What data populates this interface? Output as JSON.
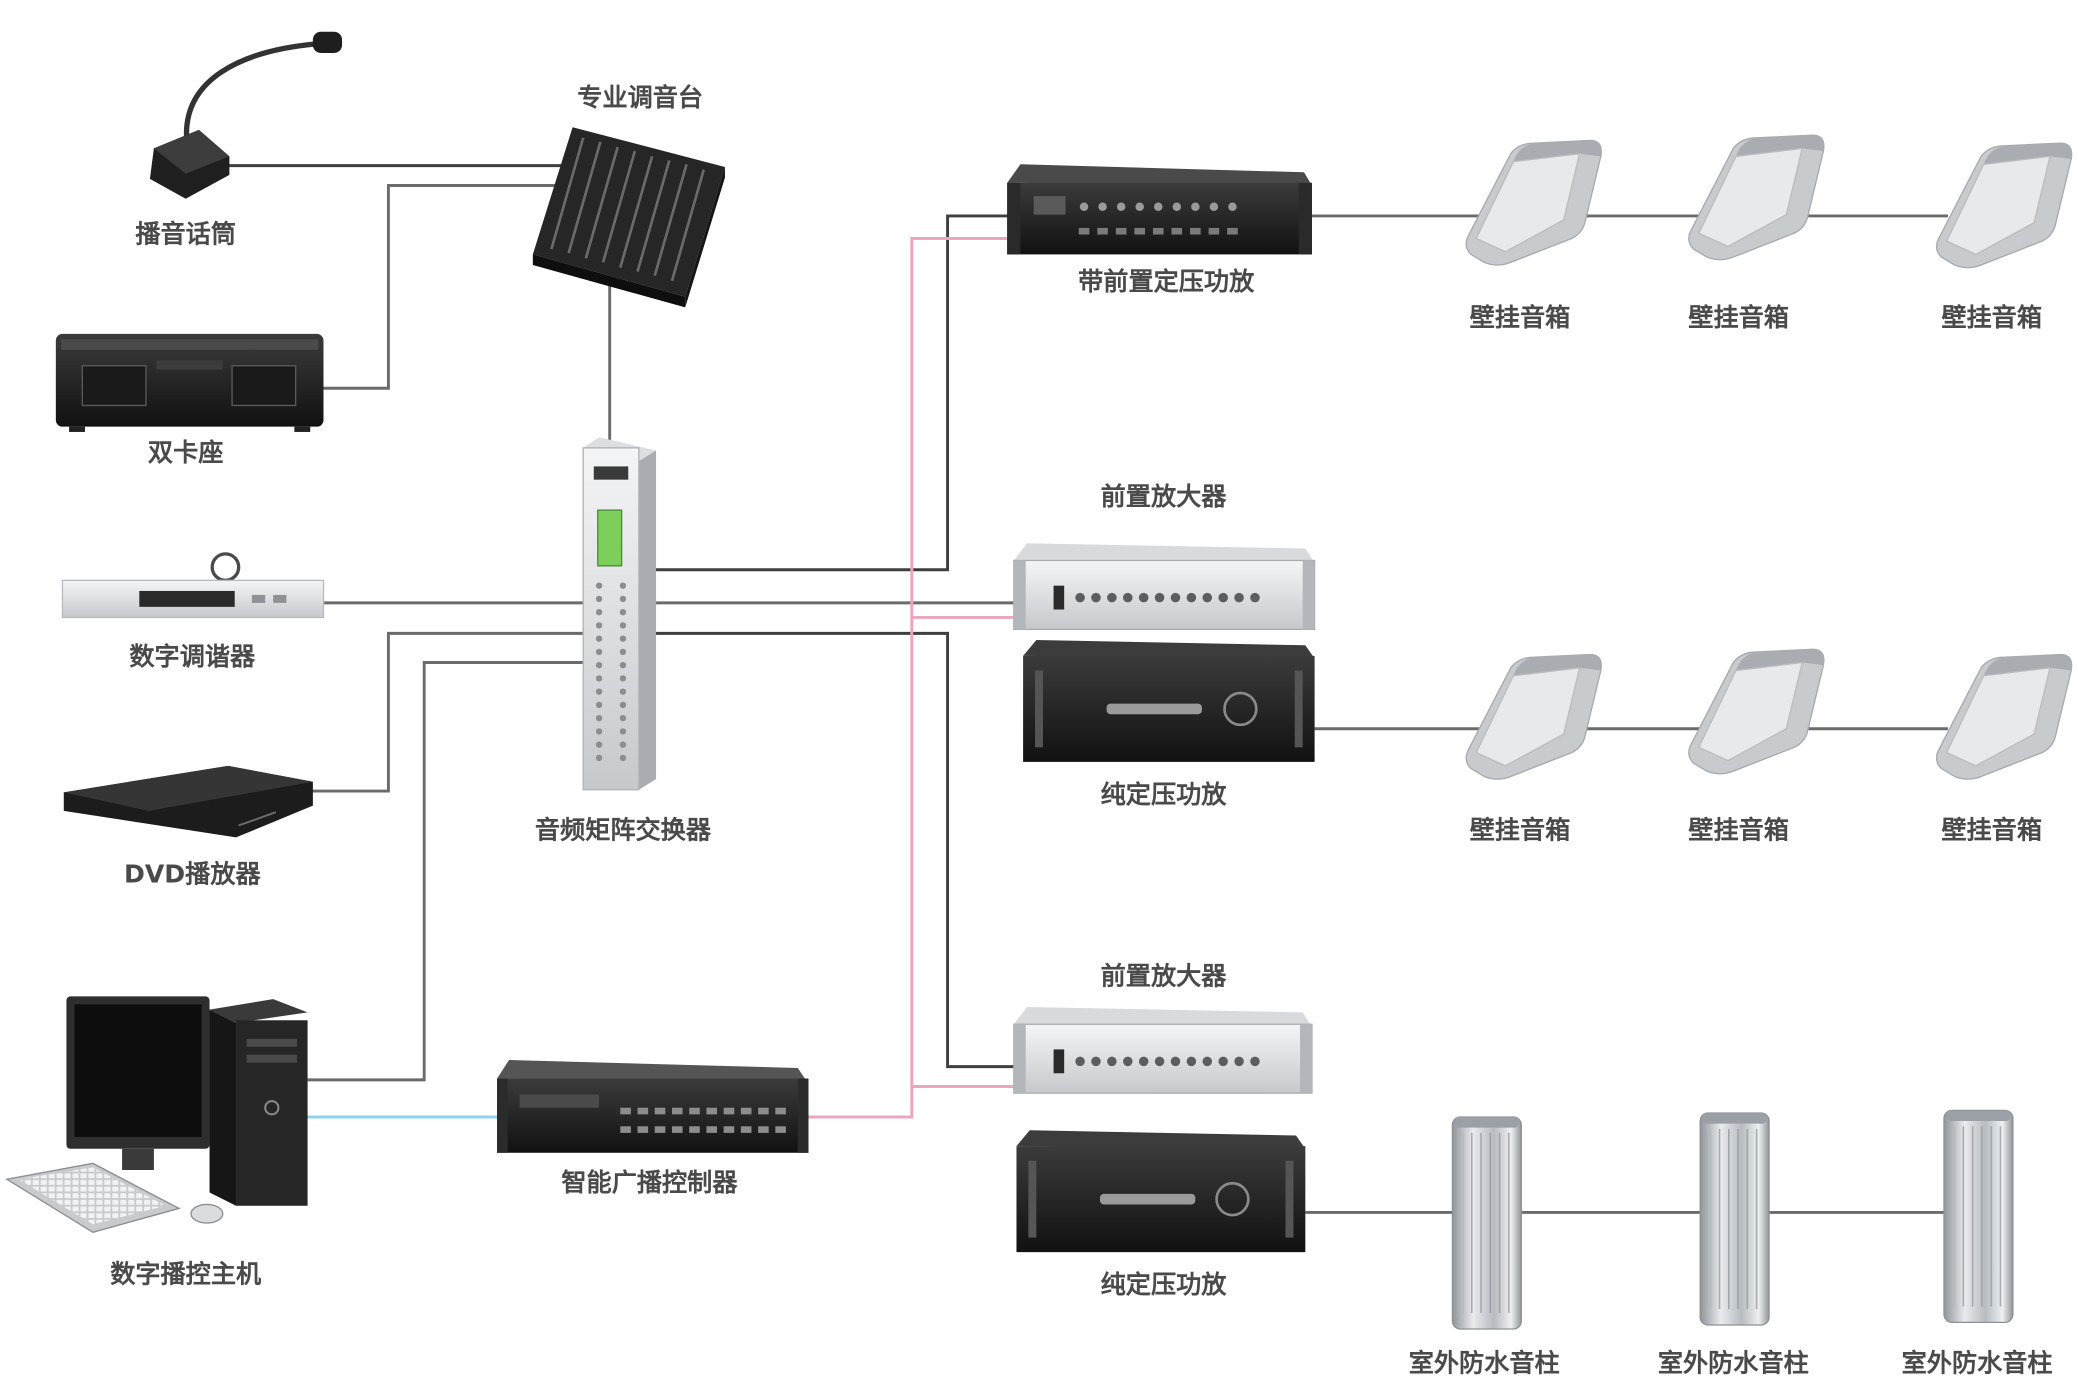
{
  "colors": {
    "background": "#ffffff",
    "audio_line": "#6b6b6b",
    "trunk_line": "#3f3f3f",
    "control_line": "#eba5bf",
    "network_line": "#8fd3ea"
  },
  "sources": {
    "microphone": "播音话筒",
    "mixer": "专业调音台",
    "cassette": "双卡座",
    "tuner": "数字调谐器",
    "dvd": "DVD播放器",
    "pc": "数字播控主机"
  },
  "core": {
    "matrix": "音频矩阵交换器",
    "controller": "智能广播控制器"
  },
  "amplifiers": {
    "amp_top": "带前置定压功放",
    "preamp_1": "前置放大器",
    "pure_amp_1": "纯定压功放",
    "preamp_2": "前置放大器",
    "pure_amp_2": "纯定压功放"
  },
  "speakers": {
    "row1": [
      "壁挂音箱",
      "壁挂音箱",
      "壁挂音箱"
    ],
    "row2": [
      "壁挂音箱",
      "壁挂音箱",
      "壁挂音箱"
    ],
    "row3": [
      "室外防水音柱",
      "室外防水音柱",
      "室外防水音柱"
    ]
  }
}
